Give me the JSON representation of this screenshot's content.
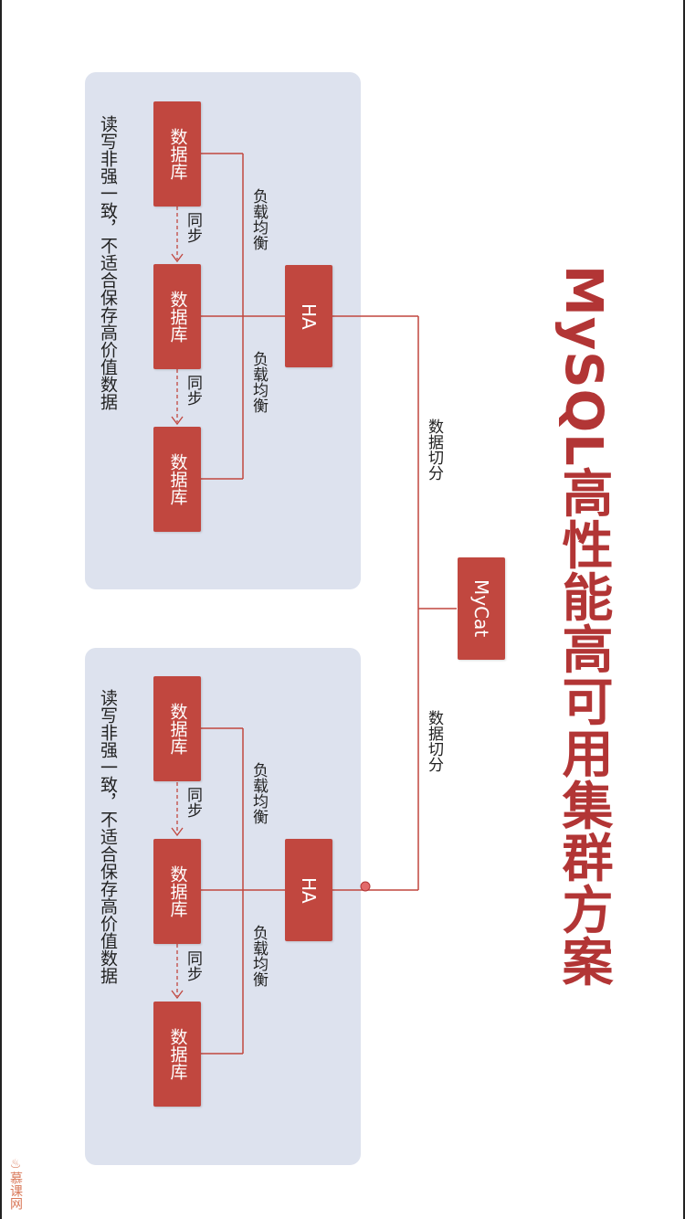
{
  "title": "MySQL高性能高可用集群方案",
  "mycat_label": "MyCat",
  "sharding_label": "数据切分",
  "clusters": [
    {
      "ha_label": "HA",
      "databases": [
        "数据库",
        "数据库",
        "数据库"
      ],
      "sync_labels": [
        "同步",
        "同步"
      ],
      "lb_labels": [
        "负载均衡",
        "负载均衡"
      ],
      "note": "读写非强一致，不适合保存高价值数据"
    },
    {
      "ha_label": "HA",
      "databases": [
        "数据库",
        "数据库",
        "数据库"
      ],
      "sync_labels": [
        "同步",
        "同步"
      ],
      "lb_labels": [
        "负载均衡",
        "负载均衡"
      ],
      "note": "读写非强一致，不适合保存高价值数据"
    }
  ],
  "watermark": "慕课网",
  "colors": {
    "node": "#c1473f",
    "title": "#b23535",
    "panel": "#dde2ee",
    "connector": "#c1473f"
  }
}
